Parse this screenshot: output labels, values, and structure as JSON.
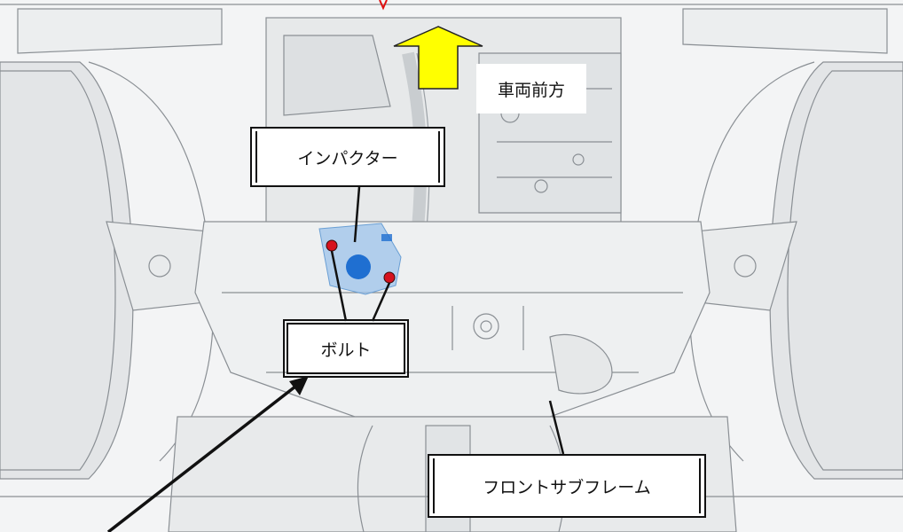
{
  "diagram": {
    "labels": {
      "front": "車両前方",
      "impactor": "インパクター",
      "bolt": "ボルト",
      "subframe": "フロントサブフレーム"
    },
    "colors": {
      "arrow_fill": "#ffff00",
      "impactor_highlight": "#9cc3ea",
      "impactor_hole": "#1f6fd1",
      "bolt_marker": "#d6121e",
      "leader_line": "#111111",
      "red_mark": "#e01010"
    },
    "icons": [
      "front-direction-arrow",
      "bolt-marker",
      "leader-arrow"
    ]
  }
}
